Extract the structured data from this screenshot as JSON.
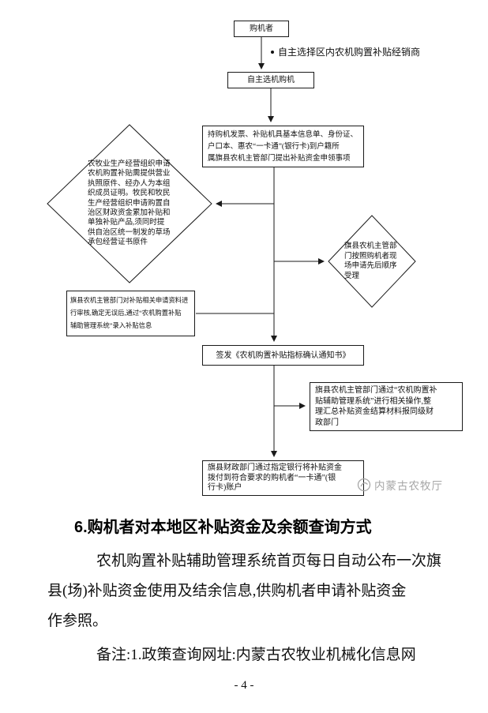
{
  "flowchart": {
    "buyer": "购机者",
    "choose_label": "自主选择区内农机购置补贴经销商",
    "self_select": "自主选机购机",
    "apply_box": "持购机发票、补贴机具基本信息单、身份证、\n户口本、惠农“一卡通”(银行卡)到户籍所\n属旗县农机主管部门提出补贴资金申领事项",
    "requirements_diamond": "农牧业生产经营组织申请\n农机购置补贴需提供营业\n执照原件、经办人为本组\n织成员证明。牧民和牧民\n生产经营组织申请购置自\n治区财政资金累加补贴和\n单独补贴产品,须同时提\n供自治区统一制发的草场\n承包经营证书原件",
    "acceptance_diamond": "旗县农机主管部\n门按照购机者现\n场申请先后顺序\n受理",
    "review_box": "旗县农机主管部门对补贴相关申请资料进\n行审核,确定无误后,通过“农机购置补贴\n辅助管理系统”录入补贴信息",
    "issue_box": "签发《农机购置补贴指标确认通知书》",
    "settle_box": "旗县农机主管部门通过“农机购置补\n贴辅助管理系统”进行相关操作,整\n理汇总补贴资金结算材料报同级财\n政部门",
    "pay_box": "旗县财政部门通过指定银行将补贴资金\n拨付到符合要求的购机者“一卡通”(银\n行卡)账户",
    "watermark": "内蒙古农牧厅"
  },
  "content": {
    "heading": "6.购机者对本地区补贴资金及余额查询方式",
    "para_line1": "农机购置补贴辅助管理系统首页每日自动公布一次旗",
    "para_line2": "县(场)补贴资金使用及结余信息,供购机者申请补贴资金",
    "para_line3": "作参照。",
    "note": "备注:1.政策查询网址:内蒙古农牧业机械化信息网",
    "page_number": "- 4 -"
  }
}
